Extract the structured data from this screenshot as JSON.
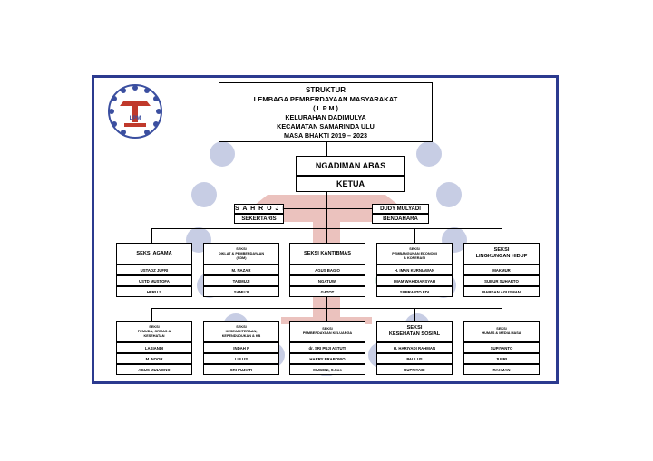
{
  "title": {
    "line1": "STRUKTUR",
    "line2": "LEMBAGA PEMBERDAYAAN MASYARAKAT",
    "line3": "( L P M )",
    "line4": "KELURAHAN DADIMULYA",
    "line5": "KECAMATAN SAMARINDA ULU",
    "line6": "MASA BHAKTI 2019 – 2023"
  },
  "logo": {
    "text": "LPM",
    "icon": "lpm-emblem-icon"
  },
  "colors": {
    "frame": "#2b3a8f",
    "watermark": "#3b4fa0",
    "watermark_accent": "#c0392b"
  },
  "chair": {
    "name": "NGADIMAN ABAS",
    "role": "KETUA"
  },
  "secretary": {
    "name": "S A H R O J I",
    "role": "SEKERTARIS"
  },
  "treasurer": {
    "name": "DUDY MULYADI",
    "role": "BENDAHARA"
  },
  "sections_row1": [
    {
      "name": [
        "SEKSI AGAMA"
      ],
      "members": [
        "USTADZ JUFRI",
        "USTD MUSTOFA",
        "HERU S"
      ]
    },
    {
      "name": [
        "SEKSI",
        "DIKLAT & PEMBERDAYAAN",
        "(SDM)"
      ],
      "members": [
        "M. NAZAR",
        "TARMUJI",
        "SAMUJI"
      ]
    },
    {
      "name": [
        "SEKSI KANTIBMAS"
      ],
      "members": [
        "AGUS BAGIO",
        "NGATUWI",
        "GATOT"
      ]
    },
    {
      "name": [
        "SEKSI",
        "PEMBANGUNAN EKONOMI",
        "& KOPERASI"
      ],
      "members": [
        "H. IMAN KURNIAWAN",
        "IMAM WAHIDIANSYAH",
        "SUPRAPTO EDI"
      ]
    },
    {
      "name": [
        "SEKSI",
        "LINGKUNGAN HIDUP"
      ],
      "members": [
        "MAKMUR",
        "SUBUR SUHARTO",
        "BARDAN AGUSMAN"
      ]
    }
  ],
  "sections_row2": [
    {
      "name": [
        "SEKSI",
        "PEMUDA, ORMAS &",
        "KESEHATAN"
      ],
      "members": [
        "LASIANDI",
        "M. NOOR",
        "AGUS MULYONO"
      ]
    },
    {
      "name": [
        "SEKSI",
        "KESEJAHTERAAN,",
        "KEPENDUDUKAN & KB"
      ],
      "members": [
        "INDAH F",
        "LULUS",
        "SRI PUJIATI"
      ]
    },
    {
      "name": [
        "SEKSI",
        "PEMBERDAYAAN KELUARGA"
      ],
      "members": [
        "dr. SRI PUJI ASTUTI",
        "HARRY PRABOWO",
        "MUGENI, S.Sos"
      ]
    },
    {
      "name": [
        "SEKSI",
        "KESEHATAN SOSIAL"
      ],
      "members": [
        "H. HARIYADI RAHMAN",
        "PAULUS",
        "SUPRIYADI"
      ]
    },
    {
      "name": [
        "SEKSI",
        "HUMAS & MEDIA MASA"
      ],
      "members": [
        "SUPIYANTO",
        "JUFRI",
        "RAHMAN"
      ]
    }
  ]
}
